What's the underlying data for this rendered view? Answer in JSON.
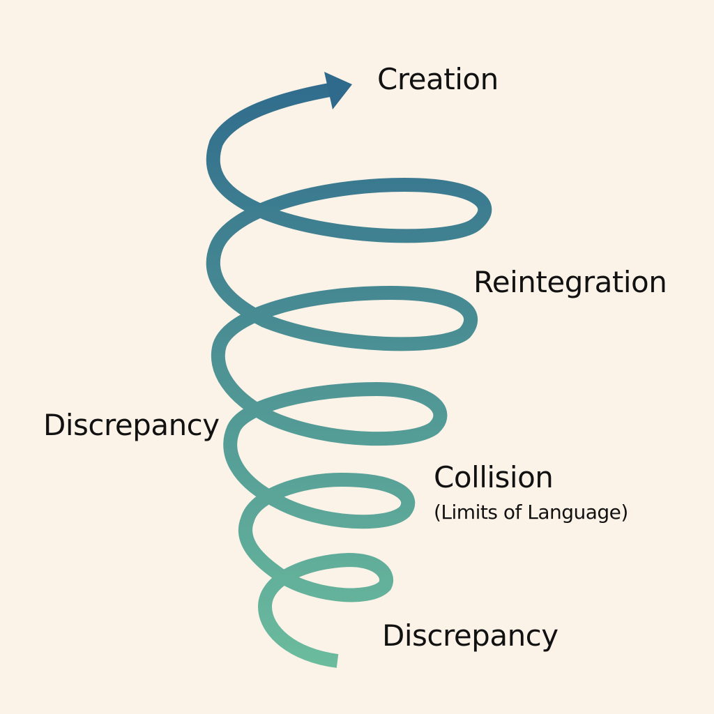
{
  "diagram": {
    "colors": {
      "background": "#fbf2e8",
      "spiral_top": "#2f6a8c",
      "spiral_bottom": "#6bbb9d",
      "text": "#111111"
    },
    "labels": {
      "creation": "Creation",
      "reintegration": "Reintegration",
      "discrepancy_left": "Discrepancy",
      "collision": "Collision",
      "collision_sub": "(Limits of Language)",
      "discrepancy_bottom": "Discrepancy"
    }
  }
}
